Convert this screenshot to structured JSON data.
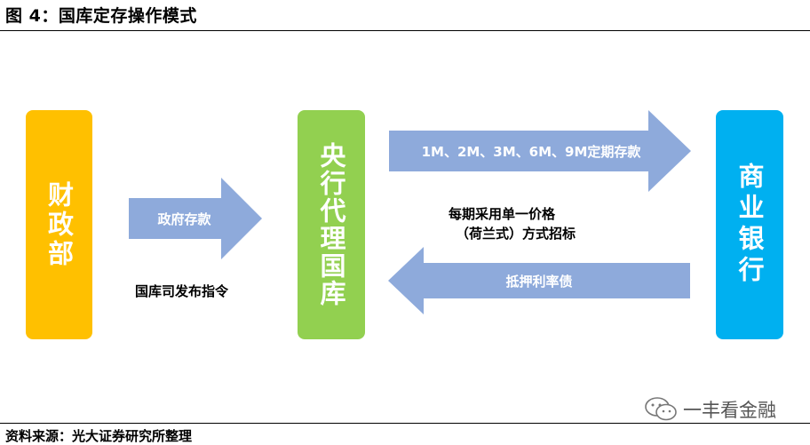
{
  "title": "图 4：国库定存操作模式",
  "source": "资料来源：光大证券研究所整理",
  "nodes": {
    "mof": "财政部",
    "pboc": "央行代理国库",
    "bank": "商业银行"
  },
  "arrows": {
    "gov_deposit": "政府存款",
    "term_deposit": "1M、2M、3M、6M、9M定期存款",
    "collateral": "抵押利率债"
  },
  "notes": {
    "directive": "国库司发布指令",
    "pricing_line1": "每期采用单一价格",
    "pricing_line2": "（荷兰式）方式招标"
  },
  "watermark": "一丰看金融",
  "colors": {
    "mof": "#ffc000",
    "pboc": "#92d050",
    "bank": "#00b0f0",
    "arrow": "#8eaadb"
  }
}
